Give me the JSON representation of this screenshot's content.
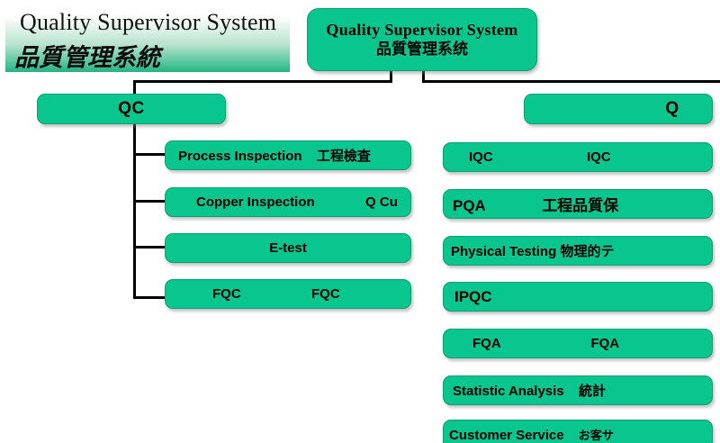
{
  "banner": {
    "title_en": "Quality Supervisor System",
    "title_cn": "品質管理系統"
  },
  "root": {
    "line1": "Quality Supervisor System",
    "line2": "品質管理系统"
  },
  "columns": {
    "left": {
      "header": "QC",
      "items": [
        {
          "en": "Process Inspection",
          "cn": "工程檢査"
        },
        {
          "en": "Copper Inspection",
          "cn": "Q Cu"
        },
        {
          "en": "E-test",
          "cn": ""
        },
        {
          "en": "FQC",
          "cn": "FQC"
        }
      ]
    },
    "right": {
      "header": "Q",
      "items": [
        {
          "en": "IQC",
          "cn": "IQC"
        },
        {
          "en": "PQA",
          "cn": "工程品質保"
        },
        {
          "en": "Physical Testing",
          "cn": "物理的テ"
        },
        {
          "en": "IPQC",
          "cn": ""
        },
        {
          "en": "FQA",
          "cn": "FQA"
        },
        {
          "en": "Statistic Analysis",
          "cn": "統計"
        },
        {
          "en": "Customer Service",
          "cn": "お客サ"
        }
      ]
    }
  },
  "colors": {
    "node_fill": "#09c68e",
    "node_border": "#0a9e73",
    "line": "#000000",
    "banner_gradient_end": "#27b184"
  }
}
